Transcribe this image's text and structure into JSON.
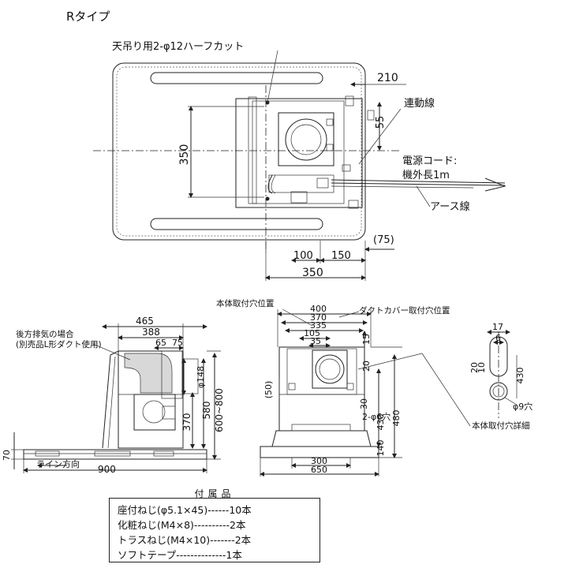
{
  "title": "Rタイプ",
  "top_view": {
    "hanging_holes": "天吊り用2-φ12ハーフカット",
    "dim_210": "210",
    "dim_55": "55",
    "interlock_wire": "連動線",
    "power_cord_line1": "電源コード:",
    "power_cord_line2": "機外長1m",
    "earth_wire": "アース線",
    "dim_350_vertical": "350",
    "dim_75": "(75)",
    "dim_100": "100",
    "dim_150": "150",
    "dim_350_horizontal": "350"
  },
  "side_view": {
    "rear_exhaust_line1": "後方排気の場合",
    "rear_exhaust_line2": "(別売品L形ダクト使用)",
    "dim_465": "465",
    "dim_388": "388",
    "dim_65": "65",
    "dim_75": "75",
    "dim_phi148": "φ148",
    "dim_370": "370",
    "dim_580": "580",
    "dim_600_800": "600~800",
    "dim_70": "70",
    "line_direction": "ライン方向",
    "dim_900": "900"
  },
  "front_view": {
    "body_mount_position": "本体取付穴位置",
    "duct_cover_position": "ダクトカバー取付穴位置",
    "dim_400": "400",
    "dim_370": "370",
    "dim_335": "335",
    "dim_105": "105",
    "dim_35": "35",
    "dim_15": "15",
    "dim_20": "20",
    "dim_50": "(50)",
    "dim_30": "30",
    "holes_2_phi6": "2-φ6穴",
    "dim_430": "430",
    "dim_480": "480",
    "dim_140": "140",
    "dim_300": "300",
    "dim_650": "650"
  },
  "detail_view": {
    "dim_17": "17",
    "dim_6": "6",
    "dim_10": "10",
    "dim_20": "20",
    "dim_430": "430",
    "hole_phi9": "φ9穴",
    "body_mount_detail": "本体取付穴詳細"
  },
  "accessories": {
    "title": "付属品",
    "items": [
      "座付ねじ(φ5.1×45)------10本",
      "化粧ねじ(M4×8)----------2本",
      "トラスねじ(M4×10)-------2本",
      "ソフトテープ--------------1本"
    ]
  }
}
